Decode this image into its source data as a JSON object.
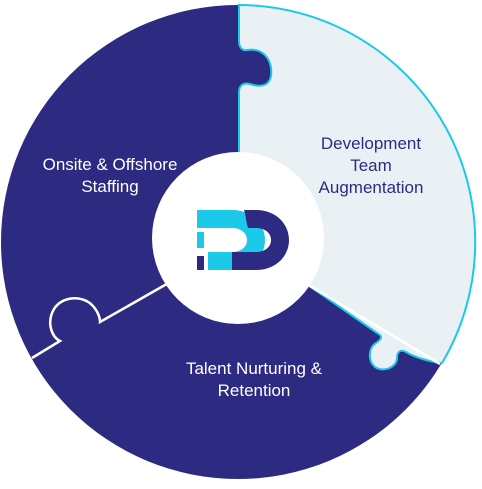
{
  "colors": {
    "navy": "#2d2a82",
    "light_segment": "#eaf1f5",
    "cyan_border": "#1cc9e8",
    "white": "#ffffff"
  },
  "logo": {
    "name": "DD monogram logo",
    "colors": [
      "#1cc9e8",
      "#2d2a82"
    ]
  },
  "segments": [
    {
      "id": "offshore",
      "lines": [
        "Onsite & Offshore",
        "Staffing"
      ]
    },
    {
      "id": "devteam",
      "lines": [
        "Development",
        "Team",
        "Augmentation"
      ]
    },
    {
      "id": "talent",
      "lines": [
        "Talent Nurturing &",
        "Retention"
      ]
    }
  ]
}
